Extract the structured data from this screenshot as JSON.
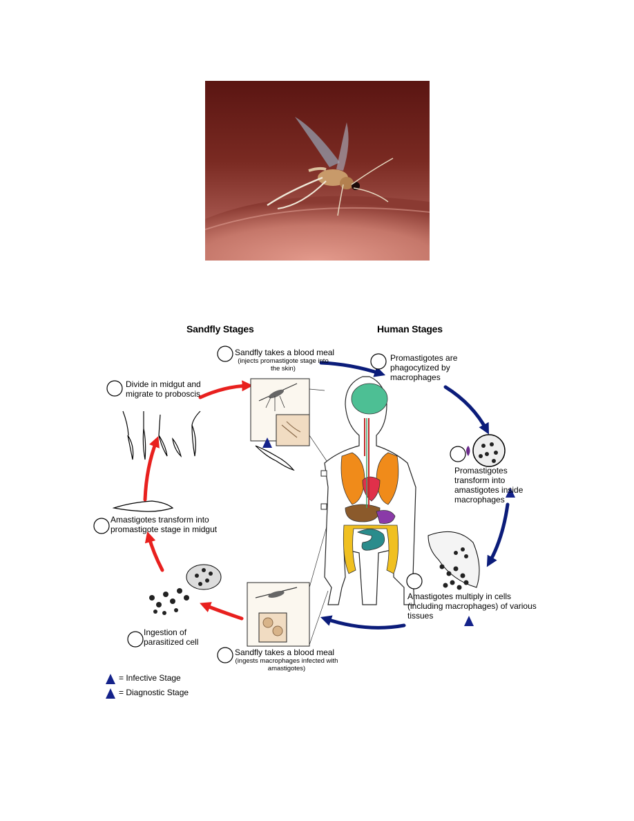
{
  "diagram": {
    "headers": {
      "sandfly": "Sandfly Stages",
      "human": "Human Stages"
    },
    "steps": [
      {
        "main": "Sandfly takes a blood meal",
        "sub": "(injects promastigote stage into the skin)"
      },
      {
        "main": "Promastigotes are phagocytized by macrophages"
      },
      {
        "main": "Promastigotes transform into amastigotes inside macrophages",
        "badge": "d"
      },
      {
        "main": "Amastigotes multiply in cells (including macrophages) of various tissues",
        "badge": "d"
      },
      {
        "main": "Sandfly takes a blood meal",
        "sub": "(ingests macrophages infected with amastigotes)"
      },
      {
        "main": "Ingestion of parasitized cell"
      },
      {
        "main": "Amastigotes transform into promastigote stage in midgut"
      },
      {
        "main": "Divide in midgut and migrate to proboscis"
      }
    ],
    "badges": {
      "infective": "i",
      "diagnostic": "d"
    },
    "legend": {
      "infective": "= Infective Stage",
      "diagnostic": "= Diagnostic Stage"
    },
    "colors": {
      "sandfly_arrow": "#e8201e",
      "human_arrow": "#0b1c7a",
      "badge": "#14228a",
      "brain": "#4dbf94",
      "lungs": "#f08b1a",
      "heart": "#e0304a",
      "liver": "#8b5a2b",
      "stomach": "#8a3aa8",
      "intestine_small": "#2a8c8c",
      "intestine_large": "#f0c020"
    }
  }
}
